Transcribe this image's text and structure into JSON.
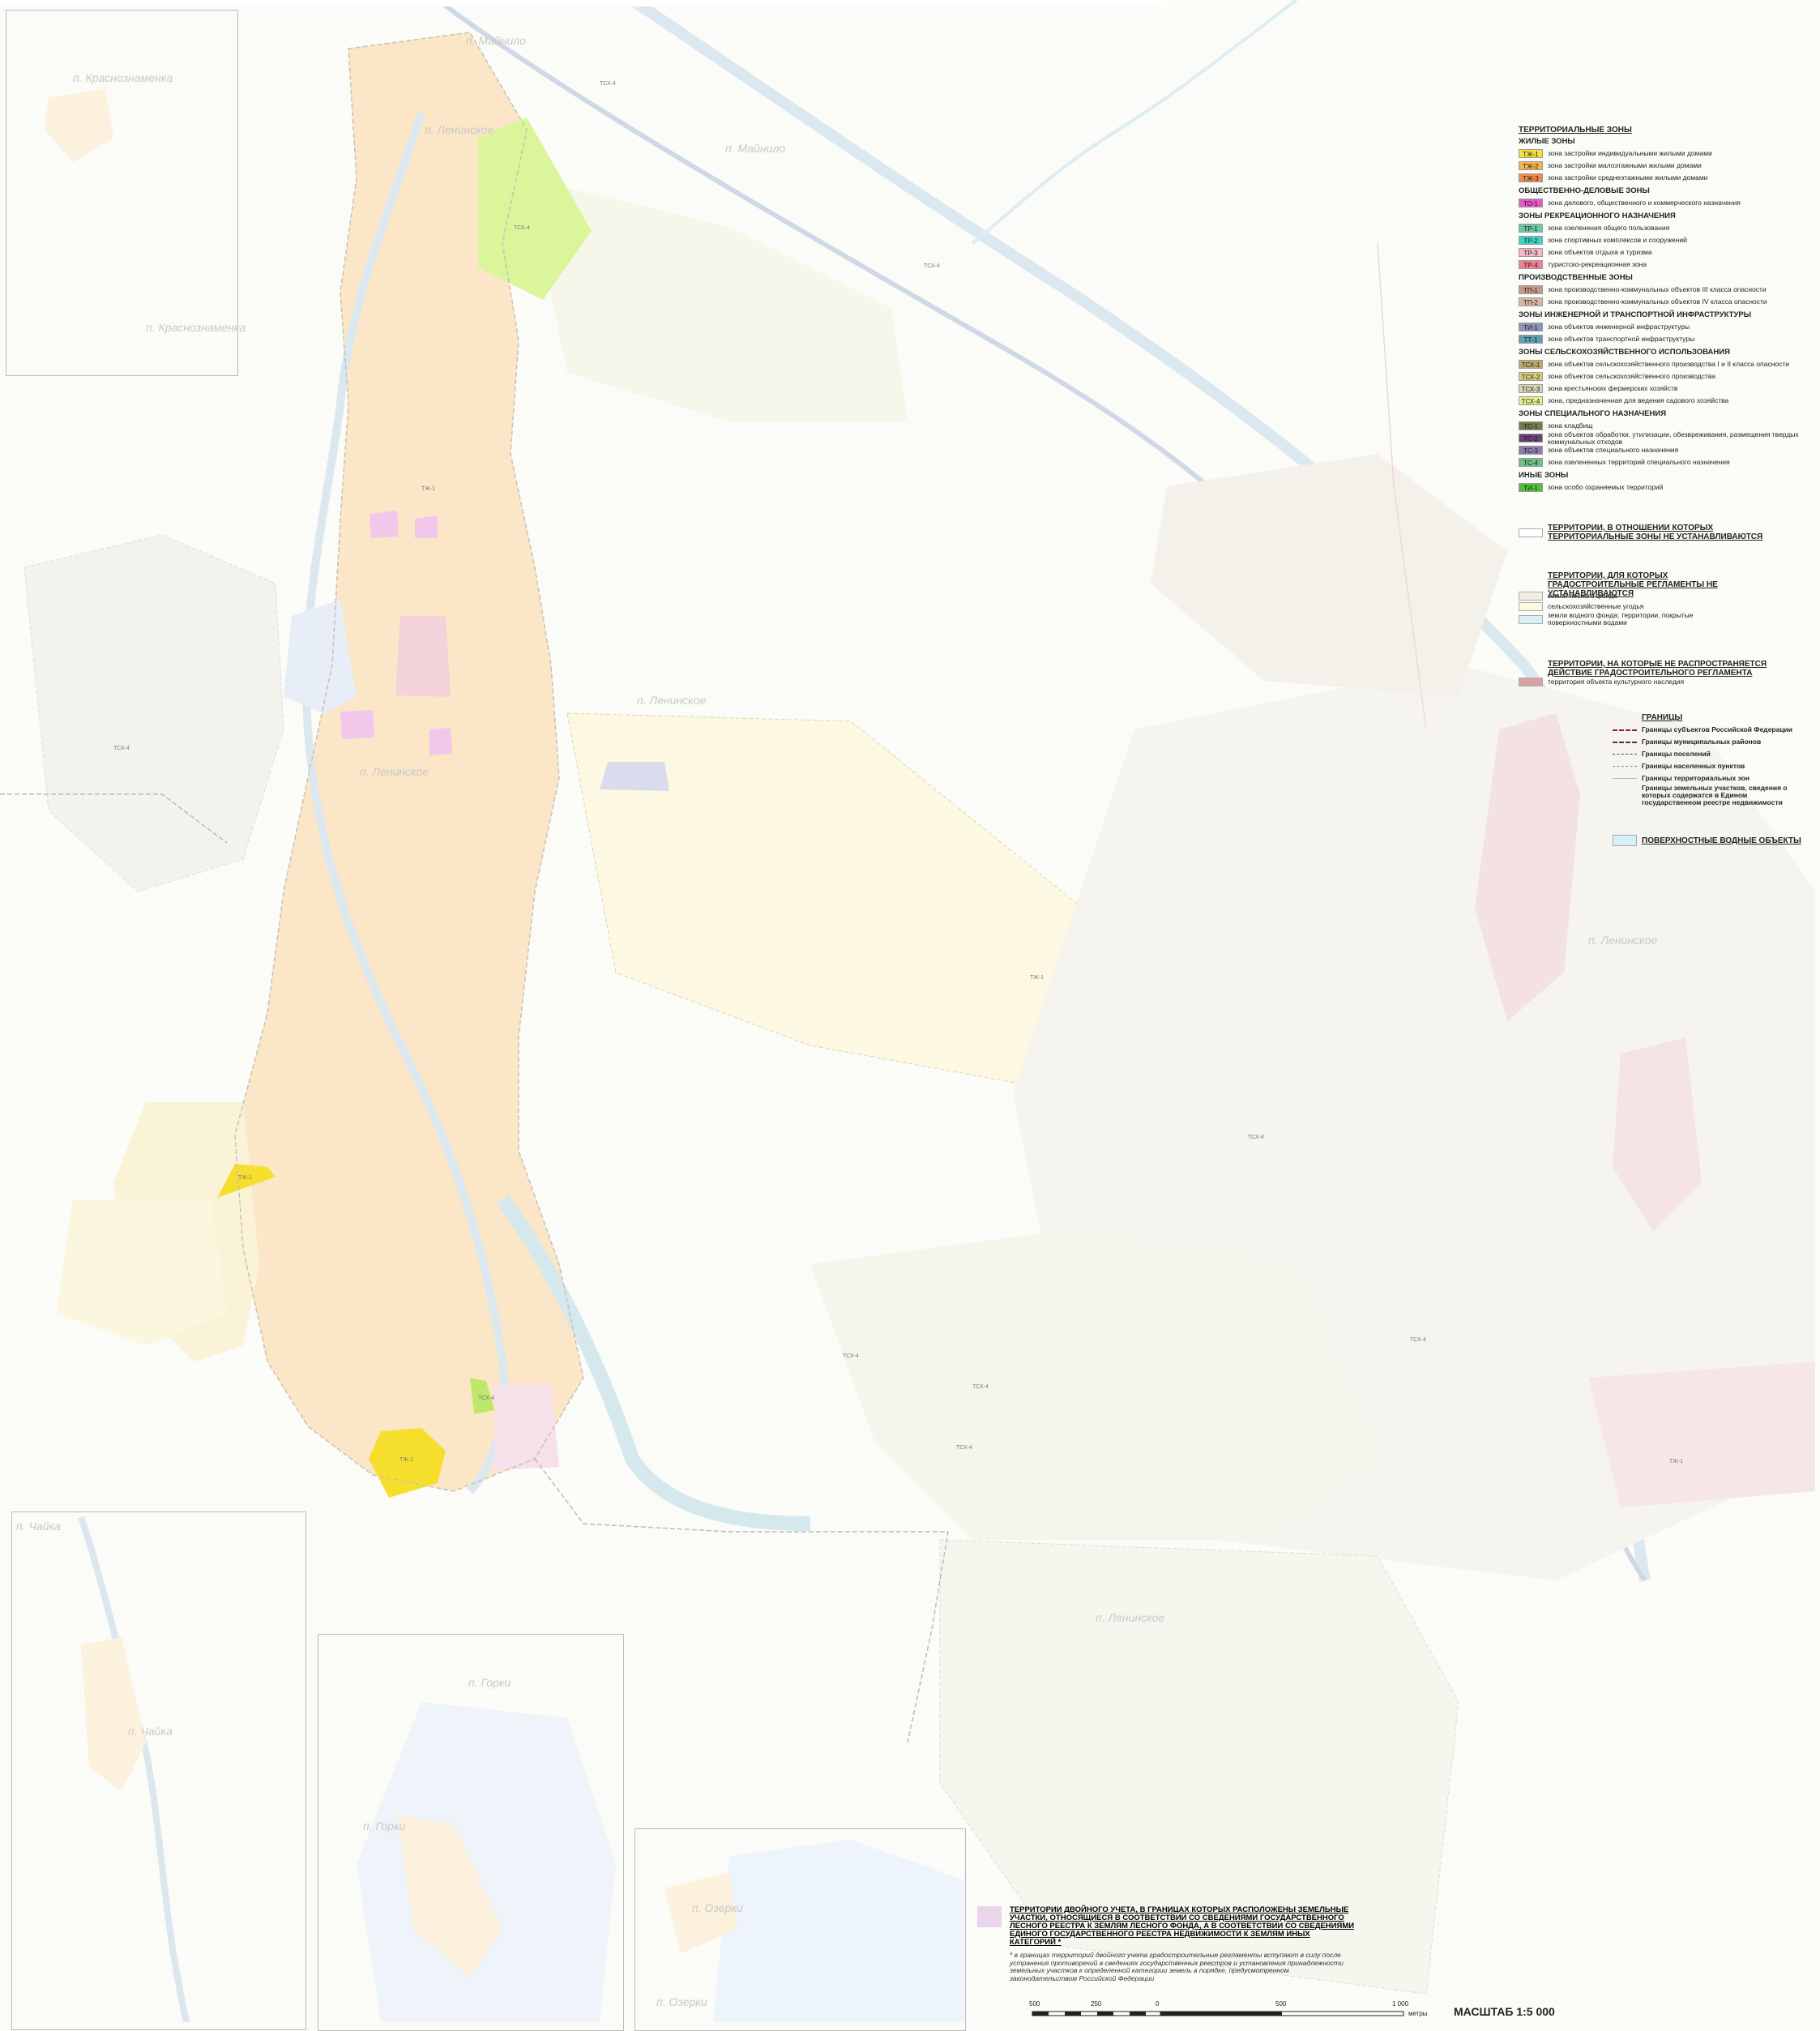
{
  "title": "",
  "legend": {
    "heading": "ТЕРРИТОРИАЛЬНЫЕ ЗОНЫ",
    "groups": [
      {
        "name": "ЖИЛЫЕ ЗОНЫ",
        "items": [
          {
            "code": "ТЖ-1",
            "color": "#f6e23a",
            "text": "зона застройки индивидуальными жилыми домами"
          },
          {
            "code": "ТЖ-2",
            "color": "#f5b450",
            "text": "зона застройки малоэтажными жилыми домами"
          },
          {
            "code": "ТЖ-3",
            "color": "#f08c4a",
            "text": "зона застройки среднеэтажными жилыми домами"
          }
        ]
      },
      {
        "name": "ОБЩЕСТВЕННО-ДЕЛОВЫЕ ЗОНЫ",
        "items": [
          {
            "code": "ТО-1",
            "color": "#e659c8",
            "text": "зона делового, общественного и коммерческого назначения"
          }
        ]
      },
      {
        "name": "ЗОНЫ РЕКРЕАЦИОННОГО НАЗНАЧЕНИЯ",
        "items": [
          {
            "code": "ТР-1",
            "color": "#6cc7a2",
            "text": "зона озеленения общего пользования"
          },
          {
            "code": "ТР-2",
            "color": "#3fd1c5",
            "text": "зона спортивных комплексов и сооружений"
          },
          {
            "code": "ТР-3",
            "color": "#f4b9c9",
            "text": "зона объектов отдыха и туризма"
          },
          {
            "code": "ТР-4",
            "color": "#f47e95",
            "text": "туристско-рекреационная зона"
          }
        ]
      },
      {
        "name": "ПРОИЗВОДСТВЕННЫЕ ЗОНЫ",
        "items": [
          {
            "code": "ТП-1",
            "color": "#c69a84",
            "text": "зона производственно-коммунальных объектов III класса опасности"
          },
          {
            "code": "ТП-2",
            "color": "#d7b8a8",
            "text": "зона производственно-коммунальных объектов IV класса опасности"
          }
        ]
      },
      {
        "name": "ЗОНЫ ИНЖЕНЕРНОЙ И ТРАНСПОРТНОЙ ИНФРАСТРУКТУРЫ",
        "items": [
          {
            "code": "ТИ-1",
            "color": "#8e96b8",
            "text": "зона объектов инженерной инфраструктуры"
          },
          {
            "code": "ТТ-1",
            "color": "#5d9fb4",
            "text": "зона объектов транспортной инфраструктуры"
          }
        ]
      },
      {
        "name": "ЗОНЫ СЕЛЬСКОХОЗЯЙСТВЕННОГО ИСПОЛЬЗОВАНИЯ",
        "items": [
          {
            "code": "ТСХ-1",
            "color": "#b8ad6e",
            "text": "зона объектов сельскохозяйственного производства I и II класса опасности"
          },
          {
            "code": "ТСХ-2",
            "color": "#d6d078",
            "text": "зона объектов сельскохозяйственного производства"
          },
          {
            "code": "ТСХ-3",
            "color": "#d8d4b6",
            "text": "зона крестьянских фермерских хозяйств"
          },
          {
            "code": "ТСХ-4",
            "color": "#e8f08a",
            "text": "зона, предназначенная для ведения садового хозяйства"
          }
        ]
      },
      {
        "name": "ЗОНЫ СПЕЦИАЛЬНОГО НАЗНАЧЕНИЯ",
        "items": [
          {
            "code": "ТС-1",
            "color": "#6f7d4e",
            "text": "зона кладбищ"
          },
          {
            "code": "ТС-2",
            "color": "#6a3f7a",
            "text": "зона объектов обработки, утилизации, обезвреживания, размещения твердых коммунальных отходов"
          },
          {
            "code": "ТС-3",
            "color": "#8c7ab0",
            "text": "зона объектов специального назначения"
          },
          {
            "code": "ТС-4",
            "color": "#6fbf8a",
            "text": "зона озелененных территорий специального назначения"
          }
        ]
      },
      {
        "name": "ИНЫЕ ЗОНЫ",
        "items": [
          {
            "code": "ТИ-1",
            "color": "#4cc23a",
            "text": "зона особо охраняемых территорий"
          }
        ]
      }
    ],
    "no_zones": {
      "heading": "ТЕРРИТОРИИ, В ОТНОШЕНИИ КОТОРЫХ ТЕРРИТОРИАЛЬНЫЕ ЗОНЫ НЕ УСТАНАВЛИВАЮТСЯ"
    },
    "no_regulations": {
      "heading": "ТЕРРИТОРИИ, ДЛЯ КОТОРЫХ ГРАДОСТРОИТЕЛЬНЫЕ РЕГЛАМЕНТЫ НЕ УСТАНАВЛИВАЮТСЯ",
      "items": [
        {
          "color": "#f0eee2",
          "text": "земли лесного фонда"
        },
        {
          "color": "#fbf8e4",
          "text": "сельскохозяйственные угодья"
        },
        {
          "color": "#d8f1f6",
          "text": "земли водного фонда; территории, покрытые поверхностными водами"
        }
      ]
    },
    "heritage": {
      "heading": "ТЕРРИТОРИИ, НА КОТОРЫЕ НЕ РАСПРОСТРАНЯЕТСЯ ДЕЙСТВИЕ ГРАДОСТРОИТЕЛЬНОГО РЕГЛАМЕНТА",
      "item": {
        "color": "#d8a2a2",
        "text": "территория объекта культурного наследия"
      }
    },
    "boundaries": {
      "heading": "ГРАНИЦЫ",
      "items": [
        {
          "style": "dashdot-red",
          "text": "Границы субъектов Российской Федерации"
        },
        {
          "style": "dashdot-dark",
          "text": "Границы муниципальных районов"
        },
        {
          "style": "dashdot-thin",
          "text": "Границы поселений"
        },
        {
          "style": "dashdot-grey",
          "text": "Границы населенных пунктов"
        },
        {
          "style": "solid-grey",
          "text": "Границы территориальных зон"
        },
        {
          "style": "none",
          "text": "Границы земельных участков, сведения о которых содержатся в Едином государственном реестре недвижимости"
        }
      ]
    },
    "water": {
      "heading": "ПОВЕРХНОСТНЫЕ ВОДНЫЕ ОБЪЕКТЫ",
      "color": "#d6f0f7"
    }
  },
  "dual": {
    "heading": "ТЕРРИТОРИИ ДВОЙНОГО УЧЕТА, В ГРАНИЦАХ КОТОРЫХ РАСПОЛОЖЕНЫ ЗЕМЕЛЬНЫЕ УЧАСТКИ, ОТНОСЯЩИЕСЯ В СООТВЕТСТВИИ СО СВЕДЕНИЯМИ ГОСУДАРСТВЕННОГО ЛЕСНОГО РЕЕСТРА К ЗЕМЛЯМ ЛЕСНОГО ФОНДА, А В СООТВЕТСТВИИ СО СВЕДЕНИЯМИ ЕДИНОГО ГОСУДАРСТВЕННОГО РЕЕСТРА НЕДВИЖИМОСТИ К ЗЕМЛЯМ ИНЫХ КАТЕГОРИЙ *",
    "note": "* в границах территорий двойного учета градостроительные регламенты вступают в силу после устранения противоречий в сведениях государственных реестров и установления принадлежности земельных участков к определенной категории земель в порядке, предусмотренном законодательством Российской Федерации"
  },
  "scale": {
    "label": "МАСШТАБ  1:5 000",
    "ticks": [
      "500",
      "250",
      "0",
      "500",
      "1 000"
    ],
    "unit": "метры"
  },
  "places": [
    {
      "name": "п. Краснознаменка",
      "size": "m"
    },
    {
      "name": "п. Краснознаменка",
      "size": "m"
    },
    {
      "name": "п. Майнило",
      "size": "m"
    },
    {
      "name": "п. Ленинское",
      "size": "m"
    },
    {
      "name": "п. Майнило",
      "size": "m"
    },
    {
      "name": "п. Ленинское",
      "size": "m"
    },
    {
      "name": "п. Ленинское",
      "size": "m"
    },
    {
      "name": "п. Ленинское",
      "size": "m"
    },
    {
      "name": "п. Ленинское",
      "size": "m"
    },
    {
      "name": "п. Чайка",
      "size": "m"
    },
    {
      "name": "п. Чайка",
      "size": "m"
    },
    {
      "name": "п. Горки",
      "size": "m"
    },
    {
      "name": "п. Горки",
      "size": "m"
    },
    {
      "name": "п. Озерки",
      "size": "m"
    },
    {
      "name": "п. Озерки",
      "size": "m"
    }
  ],
  "zone_codes": [
    "ТСХ-4",
    "ТСХ-4",
    "ТСХ-4",
    "ТЖ-1",
    "ТЖ-1",
    "ТЖ-1",
    "ТСХ-4",
    "ТСХ-4",
    "ТСХ-4",
    "ТЖ-1",
    "ТСХ-4",
    "ТСХ-4",
    "ТСХ-4",
    "ТЖ-1",
    "ТСХ-4"
  ]
}
